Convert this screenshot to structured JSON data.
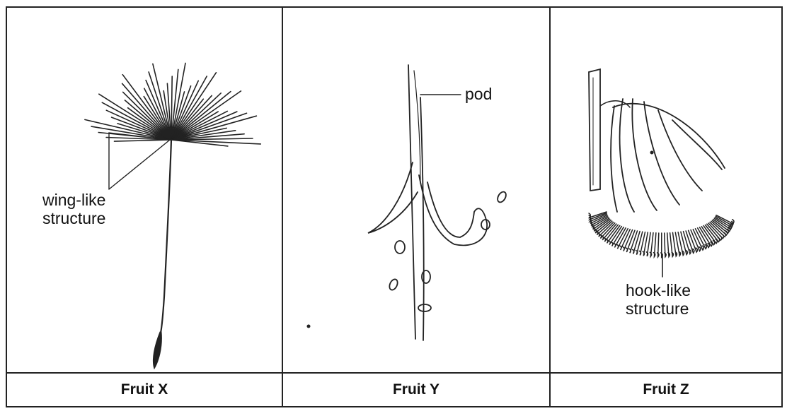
{
  "panels": [
    {
      "caption": "Fruit X",
      "labels": [
        "wing-like",
        "structure"
      ]
    },
    {
      "caption": "Fruit Y",
      "labels": [
        "pod"
      ]
    },
    {
      "caption": "Fruit Z",
      "labels": [
        "hook-like",
        "structure"
      ]
    }
  ]
}
